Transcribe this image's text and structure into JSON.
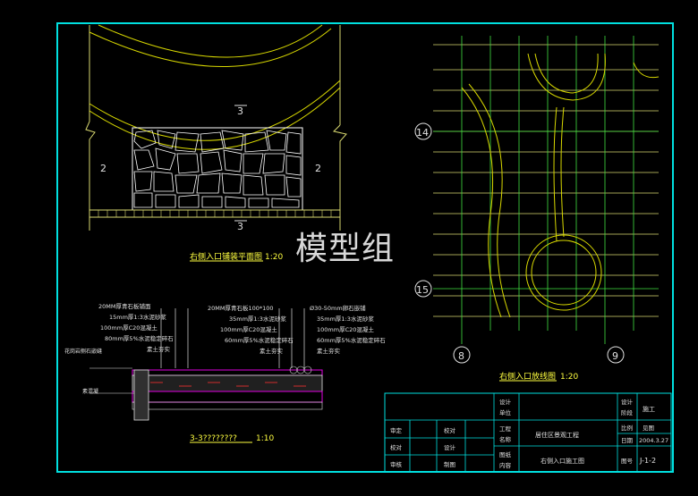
{
  "watermark": "模型组",
  "colors": {
    "frame": "#00e0e0",
    "grid": "#d8d870",
    "curve": "#d8d800",
    "structure": "#ffffff",
    "magenta": "#e000e0",
    "red": "#ff3030",
    "green": "#40e040",
    "label": "#e0e0e0"
  },
  "plan_view": {
    "title": "右侧入口铺装平面图",
    "scale": "1:20",
    "section_marks": [
      "3",
      "3",
      "2",
      "2"
    ]
  },
  "layout_view": {
    "title": "右侧入口放线图",
    "scale": "1:20",
    "axis_labels": [
      "14",
      "15",
      "8",
      "9"
    ]
  },
  "section_view": {
    "title": "3-3????????",
    "scale": "1:10",
    "left_callouts": [
      "20MM厚青石板铺面",
      "15mm厚1:3水泥砂浆",
      "100mm厚C20混凝土",
      "80mm厚5%水泥稳定碎石",
      "素土夯实"
    ],
    "right_callouts": [
      "20MM厚青石板100*100",
      "35mm厚1:3水泥砂浆",
      "100mm厚C20混凝土",
      "60mm厚5%水泥稳定碎石",
      "素土夯实"
    ],
    "far_right_callouts": [
      "Ø30-50mm卵石嵌铺",
      "35mm厚1:3水泥砂浆",
      "100mm厚C20混凝土",
      "60mm厚5%水泥稳定碎石",
      "素土夯实"
    ],
    "side_labels": [
      "花岗岩侧石嵌缝",
      "素混凝"
    ]
  },
  "title_block": {
    "row_labels_left": [
      "审定",
      "校对",
      "审核"
    ],
    "row_labels_mid": [
      "校对",
      "设计",
      "制图"
    ],
    "col_labels": [
      "设计",
      "单位",
      "工程",
      "名称",
      "图纸",
      "内容"
    ],
    "project_name": "居住区景观工程",
    "drawing_name": "右侧入口施工图",
    "right_labels": [
      "设计",
      "阶段",
      "比例",
      "日期",
      "图号"
    ],
    "stage": "施工",
    "scale_value": "见图",
    "date": "2004.3.27",
    "drawing_no": "J-1-2"
  }
}
